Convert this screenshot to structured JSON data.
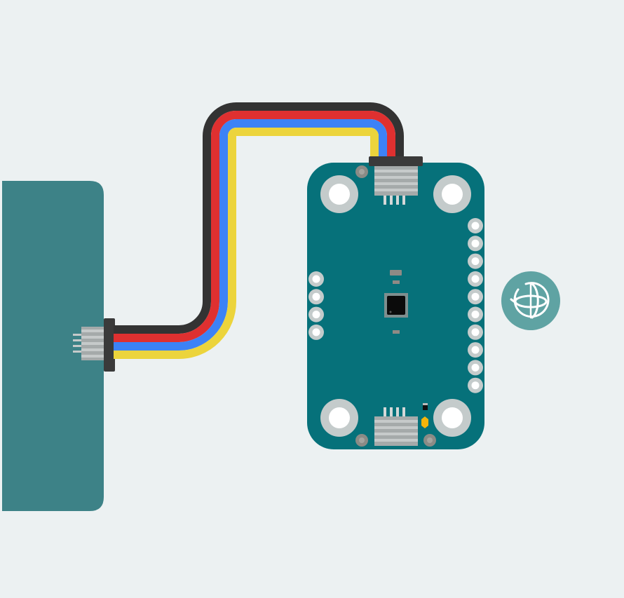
{
  "colors": {
    "background": "#ECF1F2",
    "host_board": "#3D8287",
    "sensor_board": "#06717A",
    "sensor_board_edge": "#0A8894",
    "wire_black": "#333333",
    "wire_red": "#DF3030",
    "wire_blue": "#3C82F6",
    "wire_yellow": "#ECD43C",
    "connector_body": "#A5AAAA",
    "connector_stripe": "#C6CACA",
    "pad_ring": "#C4CBCB",
    "pad_hole": "#FFFFFF",
    "chip": "#0B0B0B",
    "led": "#F5B50B",
    "orientation_button": "#5FA3A3"
  },
  "components": {
    "host_board": {
      "name": "host-board"
    },
    "cable": {
      "conductors": [
        "black",
        "red",
        "blue",
        "yellow"
      ]
    },
    "sensor_board": {
      "name": "sensor-breakout-board",
      "mounting_holes": 4,
      "left_header_pins": 4,
      "right_header_pins": 10,
      "connectors": 2,
      "status_led": true
    }
  },
  "controls": {
    "orientation_button": {
      "icon": "globe-rotate-icon"
    }
  }
}
